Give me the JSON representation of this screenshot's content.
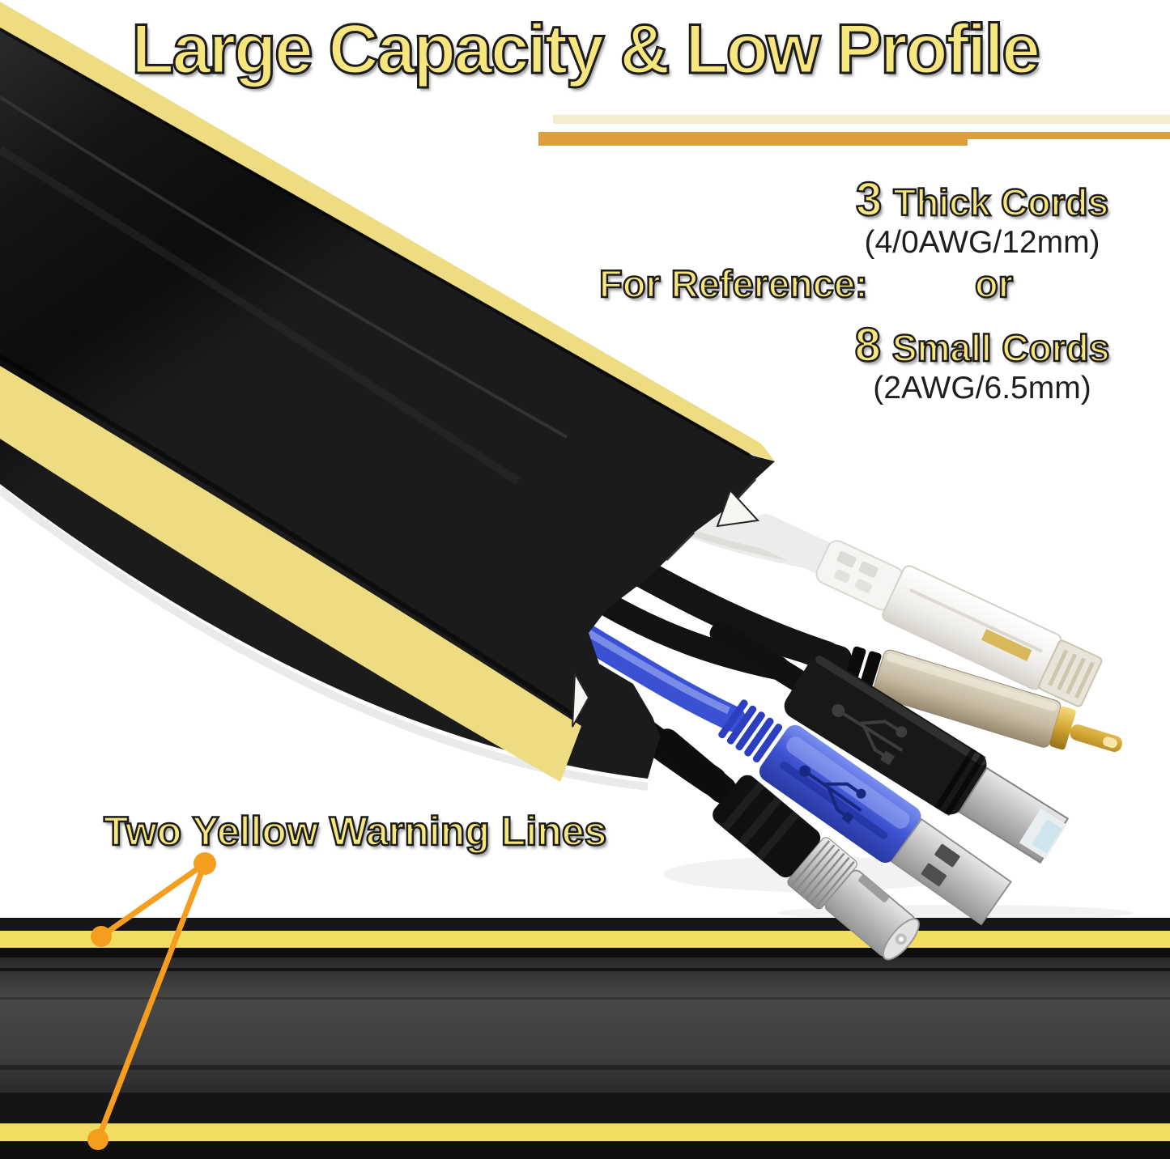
{
  "header": {
    "title": "Large Capacity & Low Profile"
  },
  "capacity": {
    "reference_label": "For Reference:",
    "or_label": "or",
    "thick": {
      "count": "3",
      "label": "Thick Cords",
      "spec": "(4/0AWG/12mm)"
    },
    "small": {
      "count": "8",
      "label": "Small Cords",
      "spec": "(2AWG/6.5mm)"
    }
  },
  "warning": {
    "label": "Two Yellow Warning Lines"
  },
  "scene_objects": {
    "cover": "black cable cover with two yellow warning stripes",
    "cables": [
      "white ethernet cable with RJ45 plug",
      "black cable with gold RCA plug",
      "black cable with USB-B plug",
      "blue translucent cable with USB-A plug",
      "black cable with BNC plug"
    ],
    "floor_strip": "low profile floor cord cover with two yellow warning lines"
  },
  "colors": {
    "text-yellow": "#F7E57E",
    "bar-orange": "#DE9E3C",
    "bar-cream": "#F5ECCF",
    "strip-yellow": "#F1DD5F",
    "cover-yellow": "#EDDC82",
    "annotation-orange": "#F59D1E",
    "spec-dark": "#1F1F1F"
  }
}
